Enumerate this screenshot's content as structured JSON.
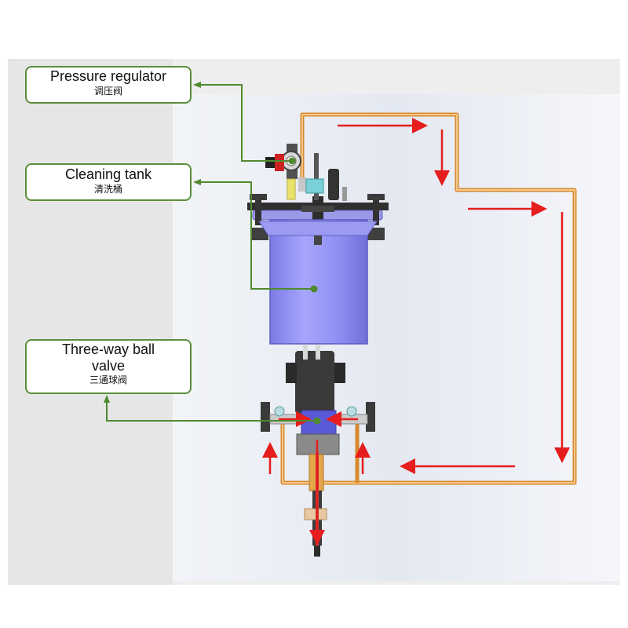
{
  "callouts": {
    "pressure_regulator": {
      "en": "Pressure regulator",
      "zh": "调压阀"
    },
    "cleaning_tank": {
      "en": "Cleaning tank",
      "zh": "清洗桶"
    },
    "three_way_valve": {
      "en_line1": "Three-way ball",
      "en_line2": "valve",
      "zh": "三通球阀"
    }
  },
  "colors": {
    "leader_line": "#4f8a2f",
    "pipe": "#e9a24a",
    "flow_arrow": "#e51d1d",
    "tank_body": "#8f8ff0",
    "valve_body": "#3a3a3a"
  },
  "flow_arrows": {
    "count": 10,
    "direction_loop": "clockwise"
  }
}
